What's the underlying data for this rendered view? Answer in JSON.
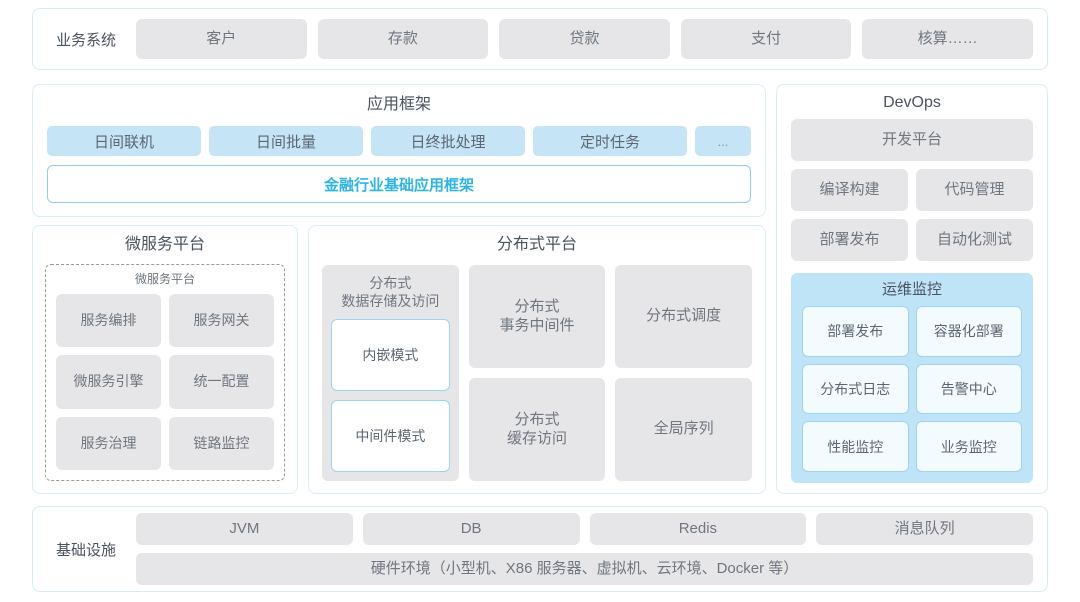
{
  "business": {
    "label": "业务系统",
    "items": [
      "客户",
      "存款",
      "贷款",
      "支付",
      "核算……"
    ]
  },
  "app_framework": {
    "title": "应用框架",
    "tags": [
      "日间联机",
      "日间批量",
      "日终批处理",
      "定时任务",
      "..."
    ],
    "base_framework": "金融行业基础应用框架"
  },
  "microservice": {
    "title": "微服务平台",
    "inner_title": "微服务平台",
    "items": [
      "服务编排",
      "服务网关",
      "微服务引擎",
      "统一配置",
      "服务治理",
      "链路监控"
    ]
  },
  "distributed": {
    "title": "分布式平台",
    "storage": {
      "title": "分布式\n数据存储及访问",
      "title_line1": "分布式",
      "title_line2": "数据存储及访问",
      "modes": [
        "内嵌模式",
        "中间件模式"
      ]
    },
    "col2": {
      "top_line1": "分布式",
      "top_line2": "事务中间件",
      "bottom_line1": "分布式",
      "bottom_line2": "缓存访问"
    },
    "col3": {
      "top": "分布式调度",
      "bottom": "全局序列"
    }
  },
  "devops": {
    "title": "DevOps",
    "platform": "开发平台",
    "tools": [
      "编译构建",
      "代码管理",
      "部署发布",
      "自动化测试"
    ],
    "ops": {
      "title": "运维监控",
      "items": [
        "部署发布",
        "容器化部署",
        "分布式日志",
        "告警中心",
        "性能监控",
        "业务监控"
      ]
    }
  },
  "infrastructure": {
    "label": "基础设施",
    "items": [
      "JVM",
      "DB",
      "Redis",
      "消息队列"
    ],
    "hardware": "硬件环境（小型机、X86 服务器、虚拟机、云环境、Docker 等）"
  },
  "colors": {
    "card_border": "#d5ecf2",
    "grey_box": "#e6e6e8",
    "blue_tag": "#c5e4f5",
    "ops_panel": "#bfe3f7",
    "accent_text": "#2fb4e3",
    "body_text": "#5a6270"
  }
}
